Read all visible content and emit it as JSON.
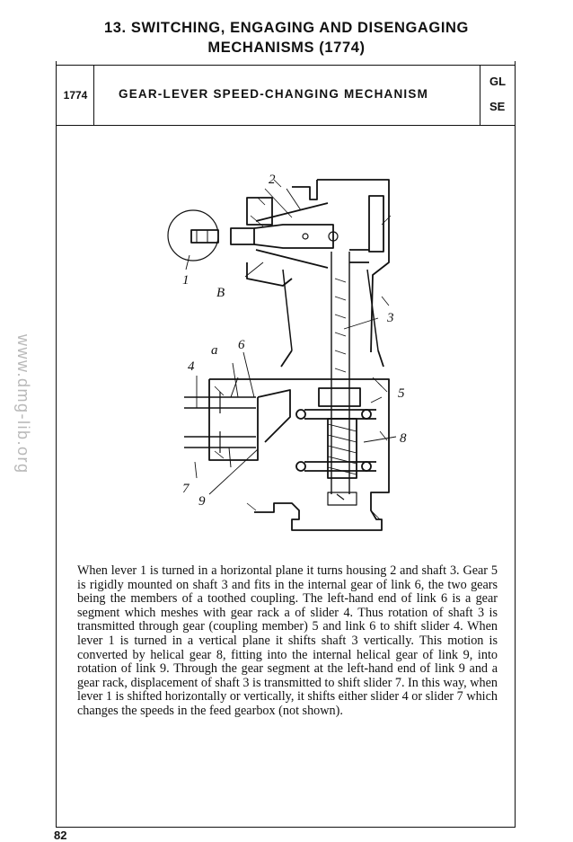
{
  "header": {
    "chapter_line1": "13. SWITCHING, ENGAGING AND DISENGAGING",
    "chapter_line2": "MECHANISMS (1774)",
    "mechanism_number": "1774",
    "mechanism_title": "GEAR-LEVER SPEED-CHANGING MECHANISM",
    "class_codes": [
      "GL",
      "SE"
    ]
  },
  "figure": {
    "labels": {
      "l1": "1",
      "l2": "2",
      "l3": "3",
      "l4": "4",
      "l5": "5",
      "l6": "6",
      "l7": "7",
      "l8": "8",
      "l9": "9",
      "la": "a",
      "lB": "B"
    }
  },
  "description": "When lever 1 is turned in a horizontal plane it turns housing 2 and shaft 3. Gear 5 is rigidly mounted on shaft 3 and fits in the internal gear of link 6, the two gears being the members of a toothed coupling. The left-hand end of link 6 is a gear segment which meshes with gear rack a of slider 4. Thus rotation of shaft 3 is transmitted through gear (coupling member) 5 and link 6 to shift slider 4. When lever 1 is turned in a vertical plane it shifts shaft 3 vertically. This motion is converted by helical gear 8, fitting into the internal helical gear of link 9, into rotation of link 9. Through the gear segment at the left-hand end of link 9 and a gear rack, displacement of shaft 3 is transmitted to shift slider 7. In this way, when lever 1 is shifted horizontally or vertically, it shifts either slider 4 or slider 7 which changes the speeds in the feed gearbox (not shown).",
  "page_number": "82",
  "watermark": "www.dmg-lib.org"
}
